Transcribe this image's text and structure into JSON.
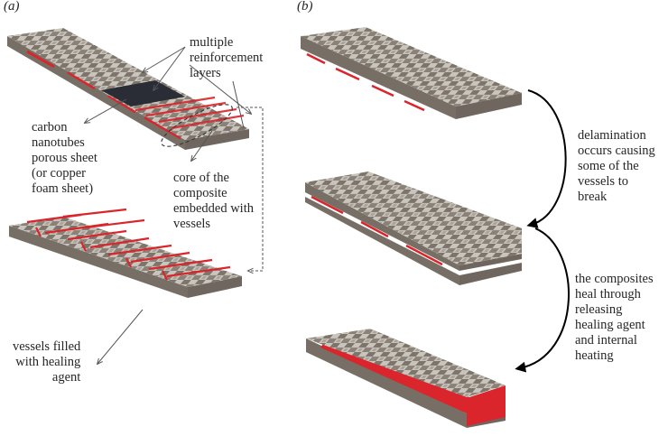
{
  "panels": {
    "a": "(a)",
    "b": "(b)"
  },
  "labels": {
    "reinforcement": "multiple\nreinforcement\nlayers",
    "carbon": "carbon\nnanotubes\nporous sheet\n(or copper\nfoam sheet)",
    "core": "core of the\ncomposite\nembedded with\nvessels",
    "vessels": "vessels filled\nwith healing\nagent",
    "delamination": "delamination\noccurs causing\nsome of the\nvessels to\nbreak",
    "heal": "the composites\nheal through\nreleasing\nhealing agent\nand internal\nheating"
  },
  "colors": {
    "weave_light": "#c9c4bc",
    "weave_dark": "#7d756c",
    "side": "#6f675f",
    "vessel": "#d9252b",
    "sheet": "#2a2d36",
    "arrow": "#000000",
    "pointer": "#555555"
  }
}
